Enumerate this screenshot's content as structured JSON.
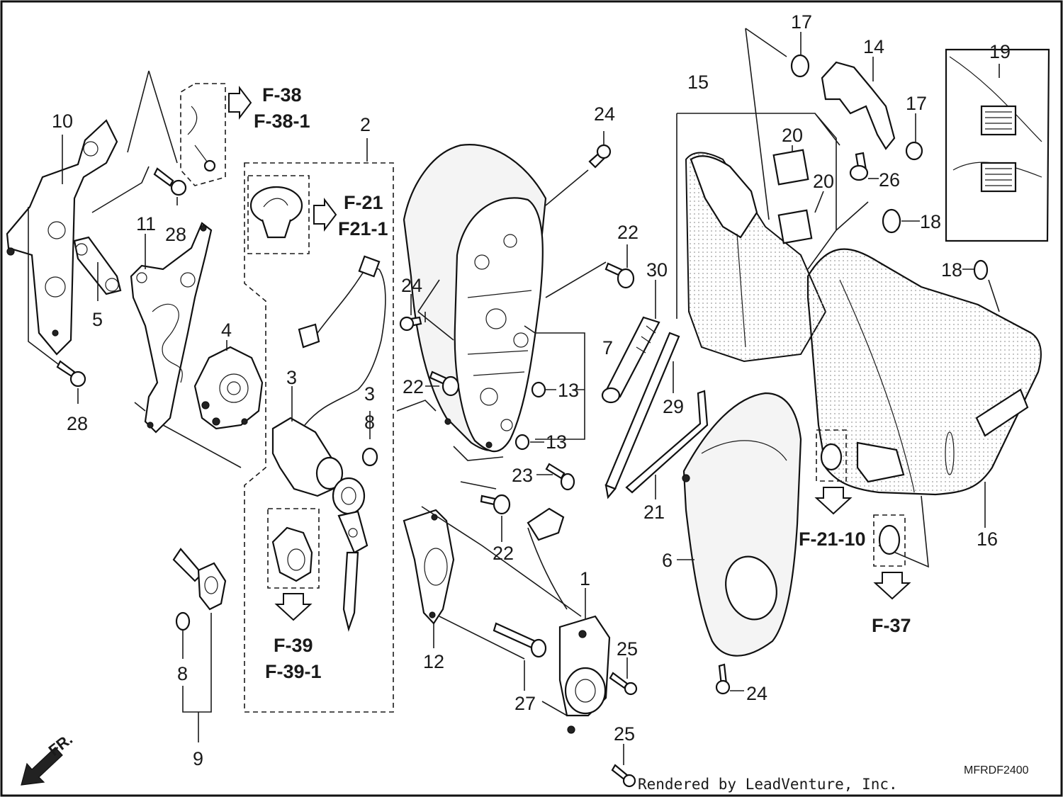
{
  "diagram_code": "MFRDF2400",
  "credit": "Rendered by LeadVenture, Inc.",
  "front_marker": "FR.",
  "callouts": [
    {
      "id": "c1",
      "text": "1"
    },
    {
      "id": "c2",
      "text": "2"
    },
    {
      "id": "c3a",
      "text": "3"
    },
    {
      "id": "c3b",
      "text": "3"
    },
    {
      "id": "c4",
      "text": "4"
    },
    {
      "id": "c5",
      "text": "5"
    },
    {
      "id": "c6",
      "text": "6"
    },
    {
      "id": "c7",
      "text": "7"
    },
    {
      "id": "c8a",
      "text": "8"
    },
    {
      "id": "c8b",
      "text": "8"
    },
    {
      "id": "c9",
      "text": "9"
    },
    {
      "id": "c10",
      "text": "10"
    },
    {
      "id": "c11",
      "text": "11"
    },
    {
      "id": "c12",
      "text": "12"
    },
    {
      "id": "c13a",
      "text": "13"
    },
    {
      "id": "c13b",
      "text": "13"
    },
    {
      "id": "c14",
      "text": "14"
    },
    {
      "id": "c15",
      "text": "15"
    },
    {
      "id": "c16",
      "text": "16"
    },
    {
      "id": "c17a",
      "text": "17"
    },
    {
      "id": "c17b",
      "text": "17"
    },
    {
      "id": "c18a",
      "text": "18"
    },
    {
      "id": "c18b",
      "text": "18"
    },
    {
      "id": "c19",
      "text": "19"
    },
    {
      "id": "c20a",
      "text": "20"
    },
    {
      "id": "c20b",
      "text": "20"
    },
    {
      "id": "c21",
      "text": "21"
    },
    {
      "id": "c22a",
      "text": "22"
    },
    {
      "id": "c22b",
      "text": "22"
    },
    {
      "id": "c22c",
      "text": "22"
    },
    {
      "id": "c23",
      "text": "23"
    },
    {
      "id": "c24a",
      "text": "24"
    },
    {
      "id": "c24b",
      "text": "24"
    },
    {
      "id": "c24c",
      "text": "24"
    },
    {
      "id": "c25a",
      "text": "25"
    },
    {
      "id": "c25b",
      "text": "25"
    },
    {
      "id": "c26",
      "text": "26"
    },
    {
      "id": "c27",
      "text": "27"
    },
    {
      "id": "c28a",
      "text": "28"
    },
    {
      "id": "c28b",
      "text": "28"
    },
    {
      "id": "c29",
      "text": "29"
    },
    {
      "id": "c30",
      "text": "30"
    }
  ],
  "references": [
    {
      "id": "f38",
      "text": "F-38"
    },
    {
      "id": "f381",
      "text": "F-38-1"
    },
    {
      "id": "f21",
      "text": "F-21"
    },
    {
      "id": "f211",
      "text": "F21-1"
    },
    {
      "id": "f39",
      "text": "F-39"
    },
    {
      "id": "f391",
      "text": "F-39-1"
    },
    {
      "id": "f2110",
      "text": "F-21-10"
    },
    {
      "id": "f37",
      "text": "F-37"
    }
  ]
}
